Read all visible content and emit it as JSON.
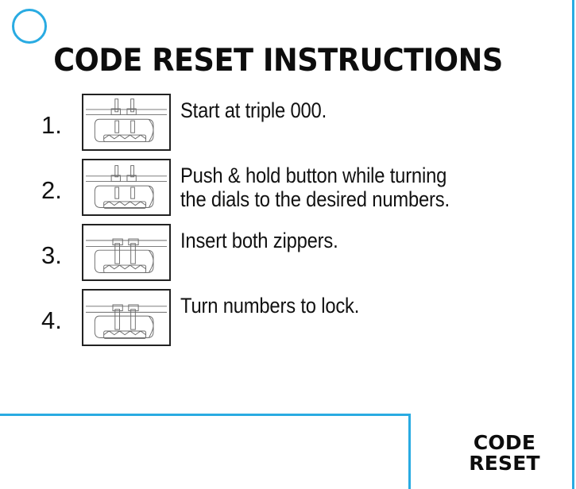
{
  "colors": {
    "accent_cyan": "#29abe2",
    "text_black": "#111111",
    "background": "#ffffff",
    "diagram_stroke": "#222222"
  },
  "header": {
    "title": "CODE RESET INSTRUCTIONS"
  },
  "steps": [
    {
      "number": "1.",
      "text": "Start at triple 000.",
      "figure_name": "lock-diagram-zippers-out"
    },
    {
      "number": "2.",
      "text": "Push & hold button while turning\nthe dials to the desired numbers.",
      "figure_name": "lock-diagram-push-button"
    },
    {
      "number": "3.",
      "text": "Insert both zippers.",
      "figure_name": "lock-diagram-zippers-inserted"
    },
    {
      "number": "4.",
      "text": "Turn numbers to lock.",
      "figure_name": "lock-diagram-turn-numbers"
    }
  ],
  "brand": {
    "line1": "CODE",
    "line2": "RESET"
  }
}
